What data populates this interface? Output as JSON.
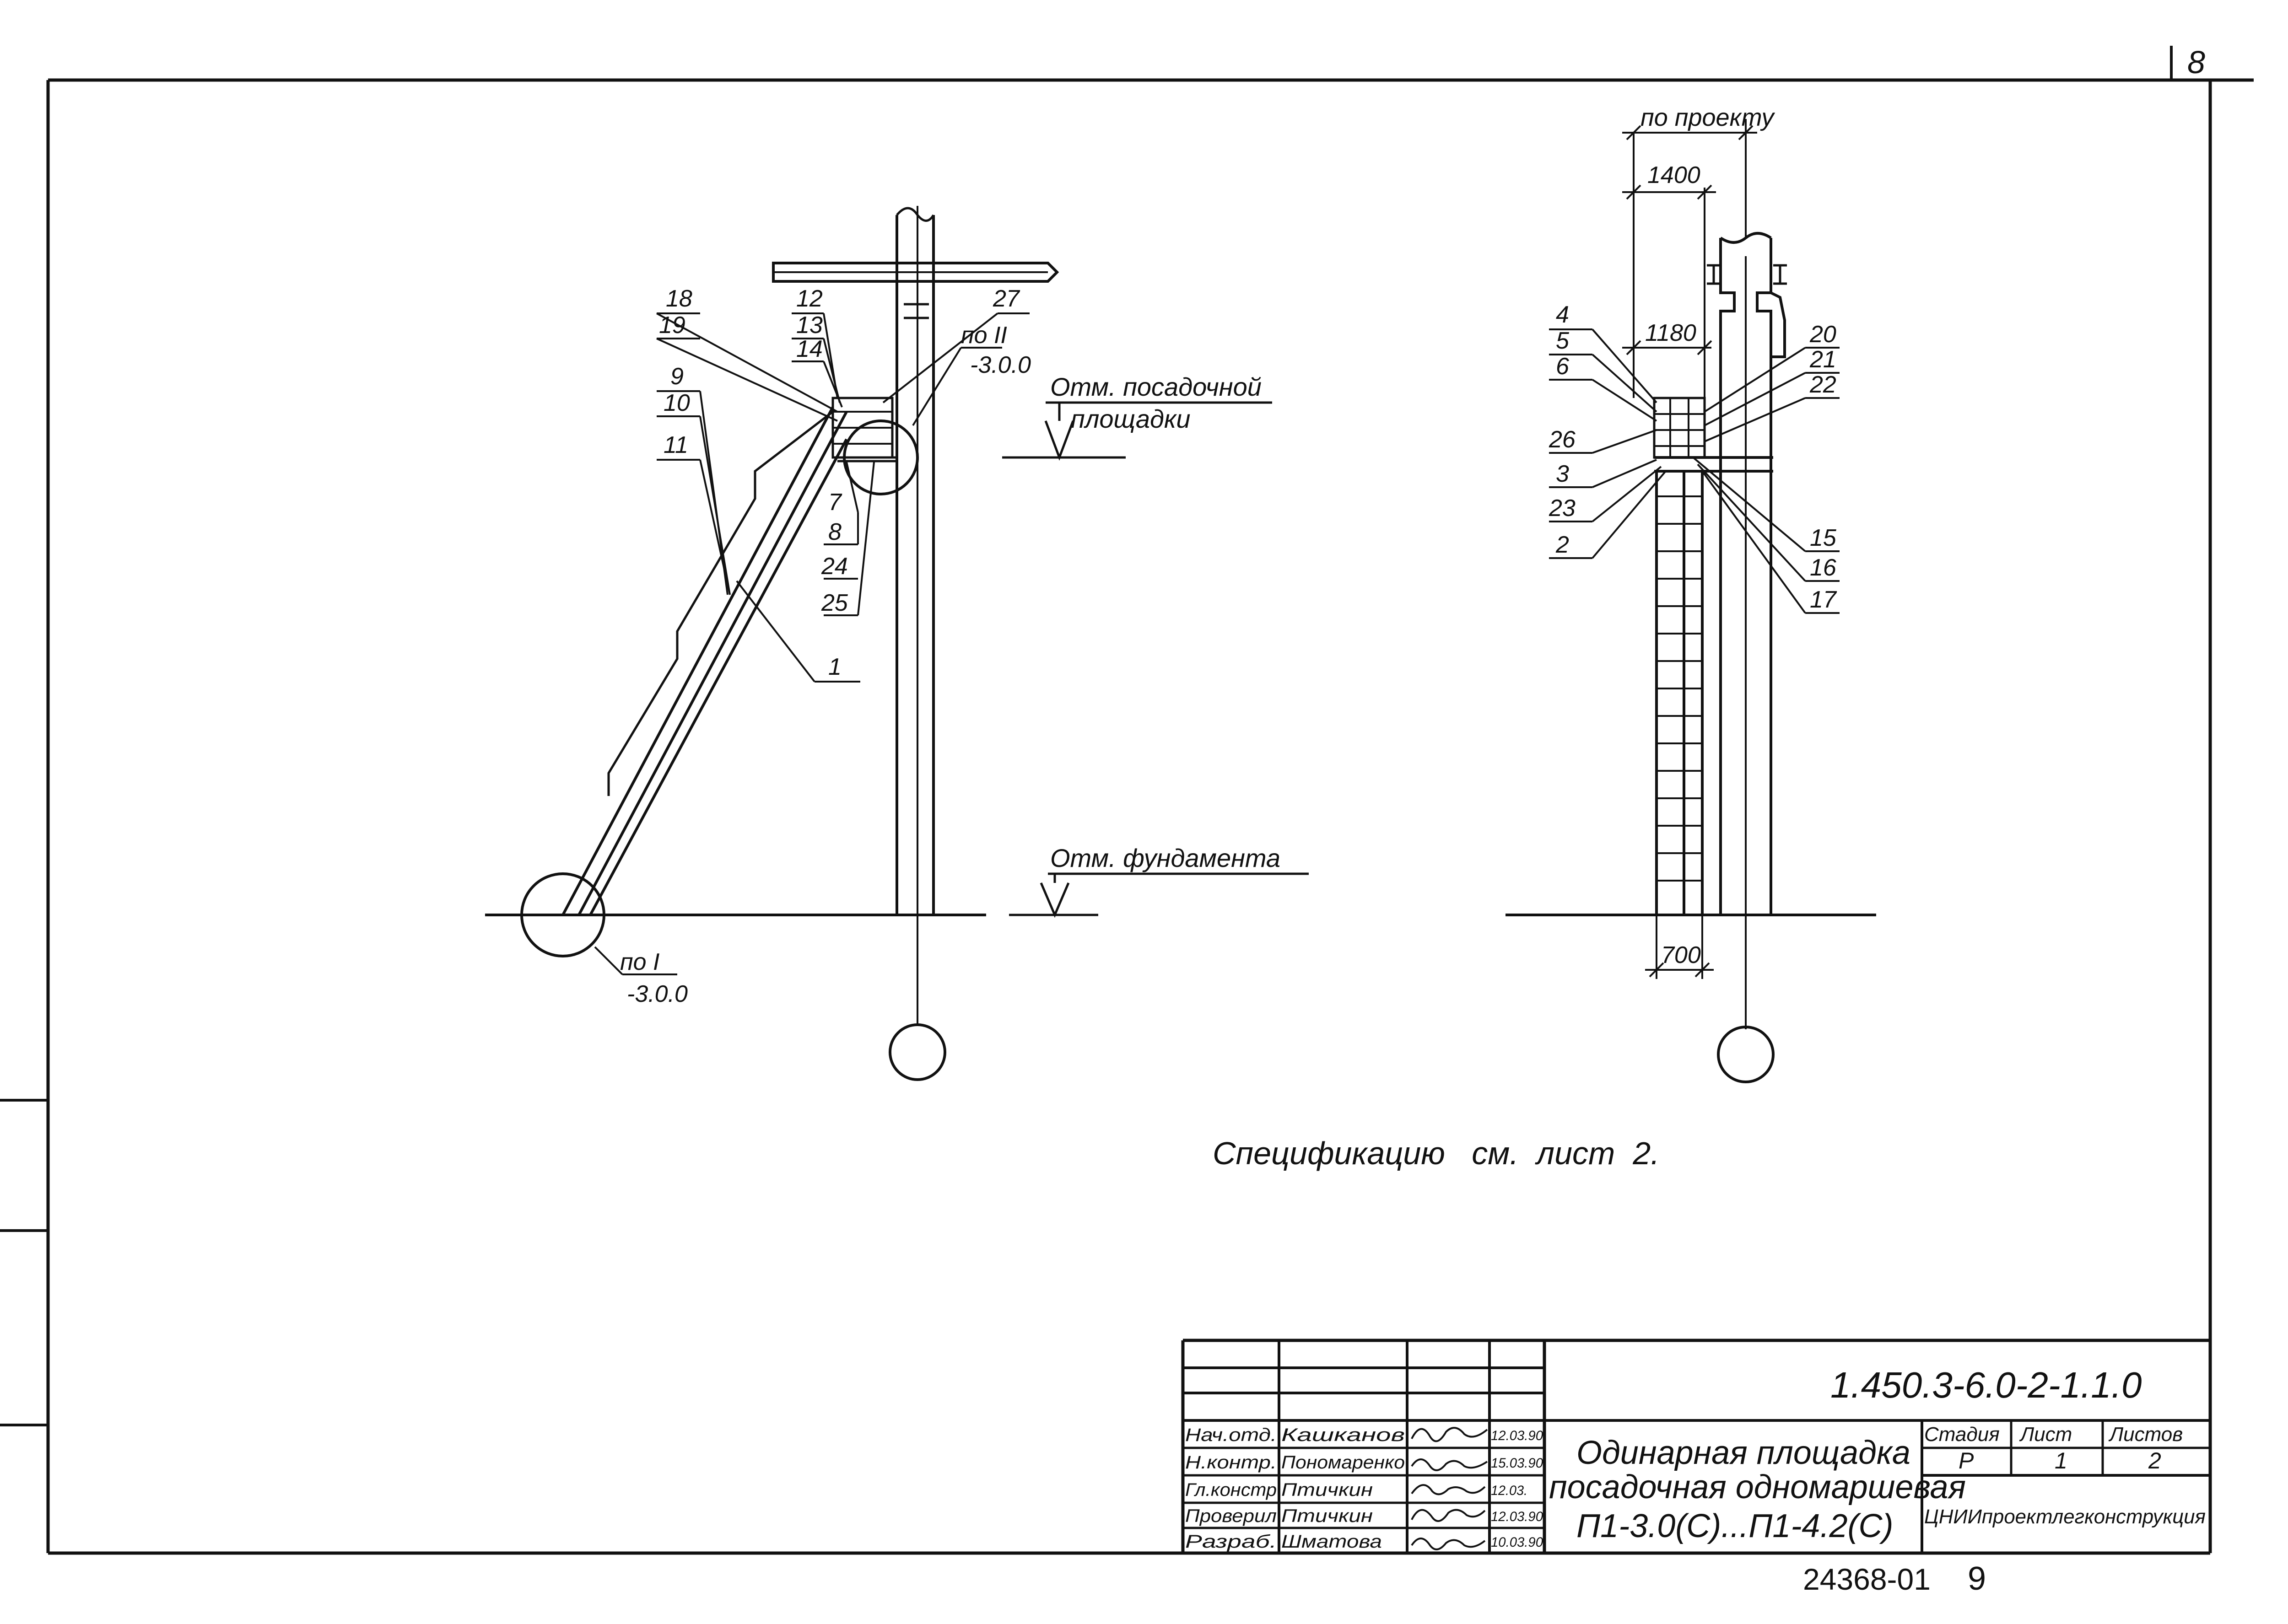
{
  "sheet_number": "8",
  "left_view": {
    "callouts_upper": [
      "18",
      "19",
      "9",
      "10",
      "11"
    ],
    "callouts_top": [
      "12",
      "13",
      "14"
    ],
    "callouts_mid": [
      "7",
      "8",
      "24",
      "25"
    ],
    "callout_1": "1",
    "callout_27": "27",
    "node_II_ref": "по II",
    "node_II_sheet": "-3.0.0",
    "node_I_ref": "по I",
    "node_I_sheet": "-3.0.0",
    "landing_level_label_1": "Отм. посадочной",
    "landing_level_label_2": "площадки",
    "foundation_level_label": "Отм. фундамента"
  },
  "right_view": {
    "dim_by_project": "по проекту",
    "dim_1400": "1400",
    "dim_1180": "1180",
    "dim_700": "700",
    "section_mark": "I",
    "callouts_left": [
      "4",
      "5",
      "6",
      "26",
      "3",
      "23",
      "2"
    ],
    "callouts_right_top": [
      "20",
      "21",
      "22"
    ],
    "callouts_right_bottom": [
      "15",
      "16",
      "17"
    ]
  },
  "note": "Спецификацию   см.  лист  2.",
  "title_block": {
    "code": "1.450.3-6.0-2-1.1.0",
    "title_line1": "Одинарная площадка",
    "title_line2": "посадочная одномаршевая",
    "title_line3": "П1-3.0(С)...П1-4.2(С)",
    "stage_header": "Стадия",
    "sheet_header": "Лист",
    "sheets_header": "Листов",
    "stage": "Р",
    "sheet": "1",
    "sheets": "2",
    "organization": "ЦНИИпроектлегконструкция",
    "rows": [
      {
        "role": "Нач.отд.",
        "name": "Кашканов",
        "date": "12.03.90"
      },
      {
        "role": "Н.контр.",
        "name": "Пономаренко",
        "date": "15.03.90"
      },
      {
        "role": "Гл.констр",
        "name": "Птичкин",
        "date": "12.03."
      },
      {
        "role": "Проверил",
        "name": "Птичкин",
        "date": "12.03.90"
      },
      {
        "role": "Разраб.",
        "name": "Шматова",
        "date": "10.03.90"
      }
    ]
  },
  "inventory_number": "24368-01",
  "format_number": "9"
}
